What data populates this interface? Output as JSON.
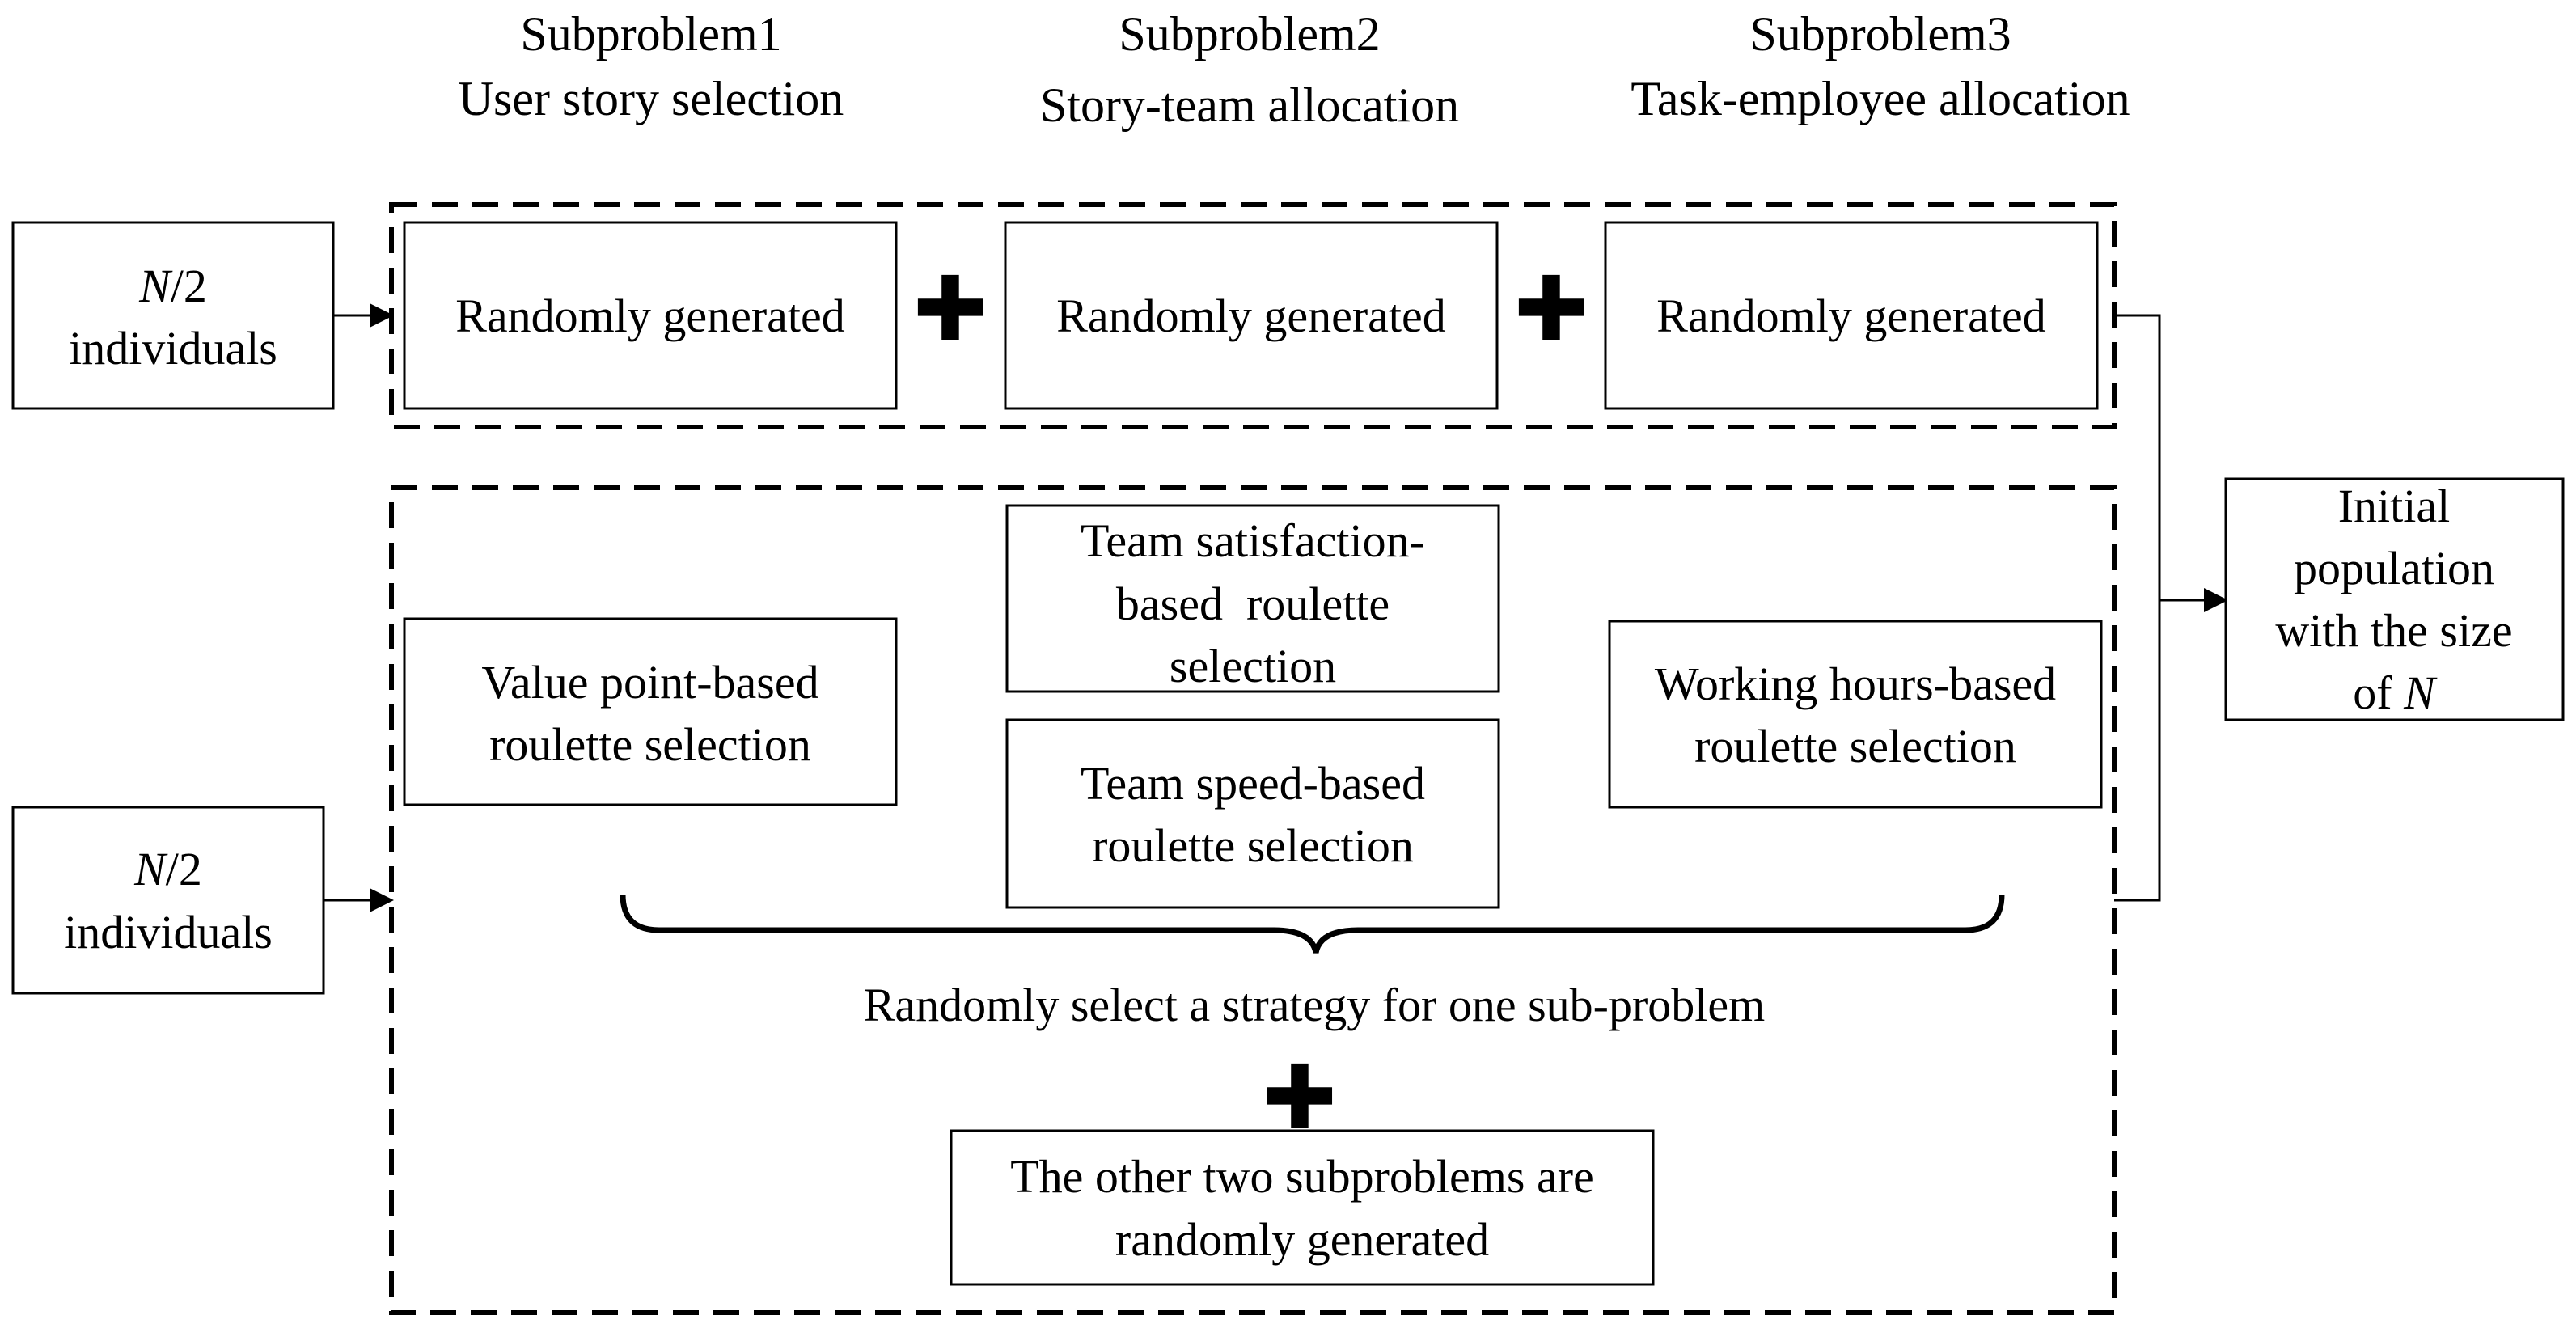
{
  "headers": [
    {
      "title": "Subproblem1",
      "subtitle": "User story selection"
    },
    {
      "title": "Subproblem2",
      "subtitle": "Story-team allocation"
    },
    {
      "title": "Subproblem3",
      "subtitle": "Task-employee allocation"
    }
  ],
  "top_input": {
    "var": "N",
    "suffix": "/2",
    "line2": "individuals"
  },
  "bottom_input": {
    "var": "N",
    "suffix": "/2",
    "line2": "individuals"
  },
  "random_boxes": [
    "Randomly generated",
    "Randomly generated",
    "Randomly generated"
  ],
  "plus_symbol": "✚",
  "strategies": {
    "value_point": [
      "Value point-based",
      "roulette selection"
    ],
    "team_satisfaction": [
      "Team satisfaction-",
      "based  roulette",
      "selection"
    ],
    "team_speed": [
      "Team speed-based",
      "roulette selection"
    ],
    "working_hours": [
      "Working hours-based",
      "roulette selection"
    ]
  },
  "strategy_caption": "Randomly select a strategy for one sub-problem",
  "other_box": [
    "The other two subproblems are",
    "randomly generated"
  ],
  "output": {
    "line1": "Initial",
    "line2": "population",
    "line3": "with the size",
    "line4_prefix": "of ",
    "line4_var": "N"
  }
}
